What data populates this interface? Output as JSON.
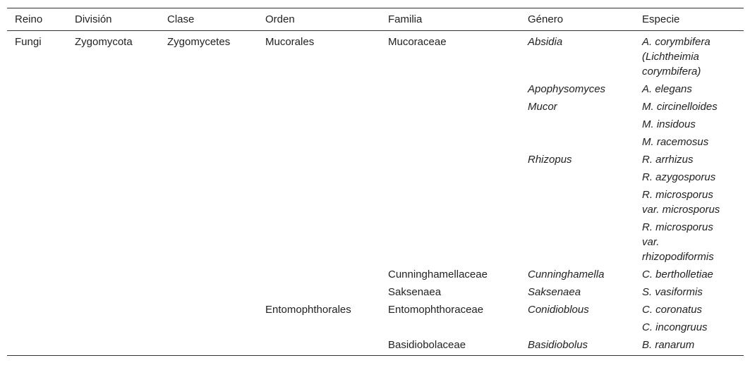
{
  "headers": [
    "Reino",
    "División",
    "Clase",
    "Orden",
    "Familia",
    "Género",
    "Especie"
  ],
  "rows": [
    [
      "Fungi",
      "Zygomycota",
      "Zygomycetes",
      "Mucorales",
      "Mucoraceae",
      "Absidia",
      "A. corymbifera (Lichtheimia corymbifera)"
    ],
    [
      "",
      "",
      "",
      "",
      "",
      "Apophysomyces",
      "A. elegans"
    ],
    [
      "",
      "",
      "",
      "",
      "",
      "Mucor",
      "M. circinelloides"
    ],
    [
      "",
      "",
      "",
      "",
      "",
      "",
      "M. insidous"
    ],
    [
      "",
      "",
      "",
      "",
      "",
      "",
      "M. racemosus"
    ],
    [
      "",
      "",
      "",
      "",
      "",
      "Rhizopus",
      "R. arrhizus"
    ],
    [
      "",
      "",
      "",
      "",
      "",
      "",
      "R. azygosporus"
    ],
    [
      "",
      "",
      "",
      "",
      "",
      "",
      "R. microsporus var. microsporus"
    ],
    [
      "",
      "",
      "",
      "",
      "",
      "",
      "R. microsporus var. rhizopodiformis"
    ],
    [
      "",
      "",
      "",
      "",
      "Cunninghamellaceae",
      "Cunninghamella",
      "C. bertholletiae"
    ],
    [
      "",
      "",
      "",
      "",
      "Saksenaea",
      "Saksenaea",
      "S. vasiformis"
    ],
    [
      "",
      "",
      "",
      "Entomophthorales",
      "Entomophthoraceae",
      "Conidioblous",
      "C. coronatus"
    ],
    [
      "",
      "",
      "",
      "",
      "",
      "",
      "C. incongruus"
    ],
    [
      "",
      "",
      "",
      "",
      "Basidiobolaceae",
      "Basidiobolus",
      "B. ranarum"
    ]
  ]
}
